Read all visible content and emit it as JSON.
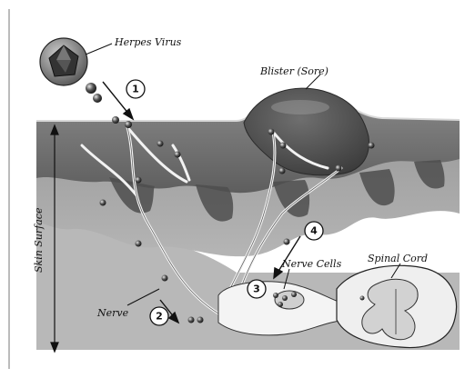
{
  "labels": {
    "herpes_virus": "Herpes Virus",
    "blister": "Blister (Sore)",
    "skin_surface": "Skin Surface",
    "nerve": "Nerve",
    "nerve_cells": "Nerve Cells",
    "spinal_cord": "Spinal Cord"
  },
  "steps": [
    "1",
    "2",
    "3",
    "4"
  ]
}
